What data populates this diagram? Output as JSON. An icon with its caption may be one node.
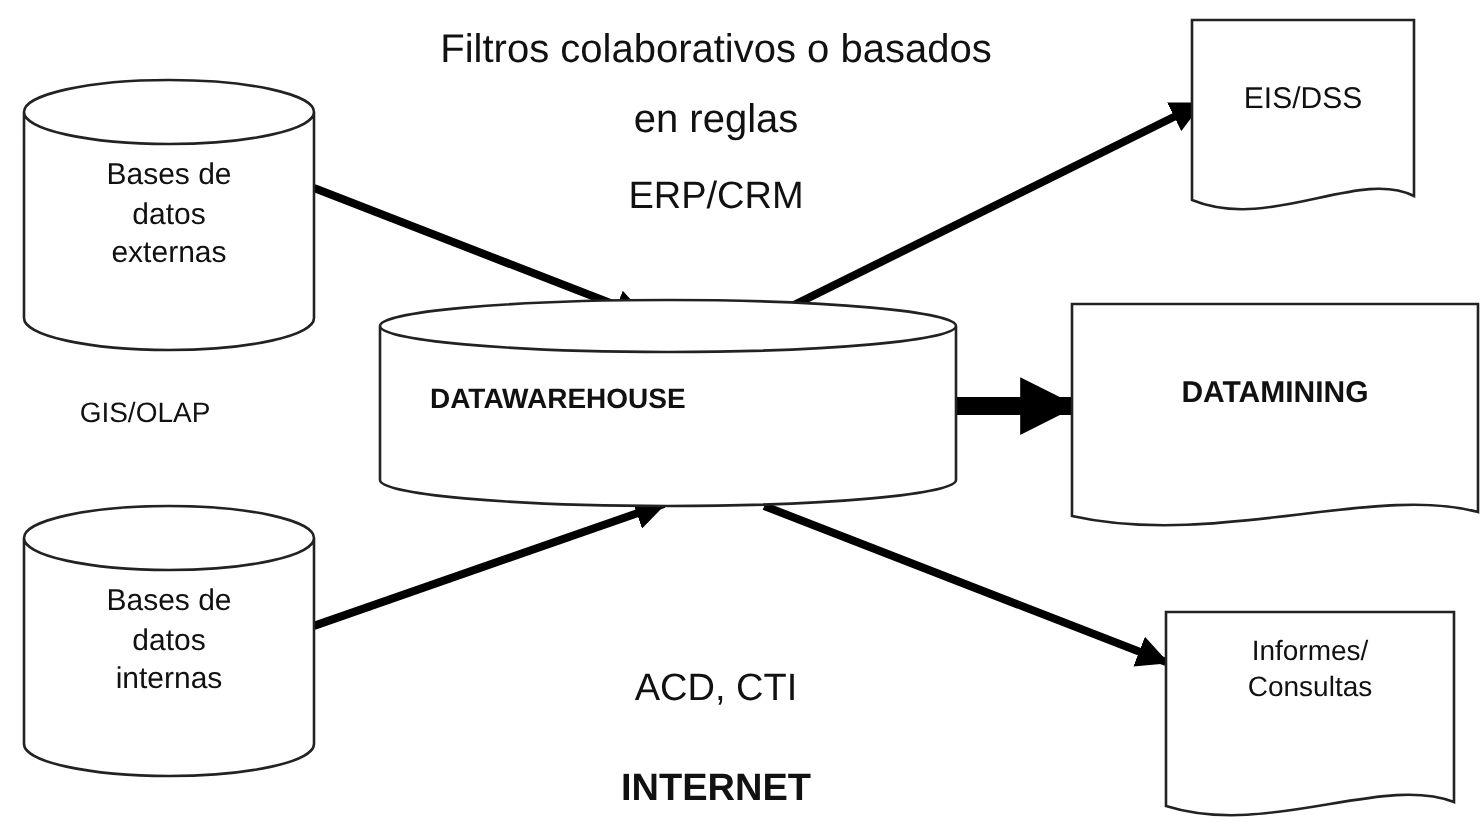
{
  "diagram": {
    "nodes": [
      {
        "text": [
          "Bases de datos externas"
        ]
      },
      {
        "text": [
          "EIS/DSS"
        ]
      },
      {
        "text": [
          "DATAWAREHOUSE"
        ]
      },
      {
        "text": [
          "DATAMINING"
        ]
      },
      {
        "text": [
          "Bases de datos internas"
        ]
      },
      {
        "text": [
          "Informes/ Consultas"
        ]
      }
    ],
    "edges": [
      {
        "from": 0,
        "to": 2,
        "arrow": "to"
      },
      {
        "from": 4,
        "to": 2,
        "arrow": "to"
      },
      {
        "from": 2,
        "to": 1,
        "arrow": "to"
      },
      {
        "from": 2,
        "to": 3,
        "arrow": "to",
        "style": "thick"
      },
      {
        "from": 2,
        "to": 5,
        "arrow": "to"
      }
    ],
    "labels": [
      "Filtros colaborativos o basados en reglas",
      "ERP/CRM",
      "GIS/OLAP",
      "ACD, CTI",
      "INTERNET"
    ]
  }
}
